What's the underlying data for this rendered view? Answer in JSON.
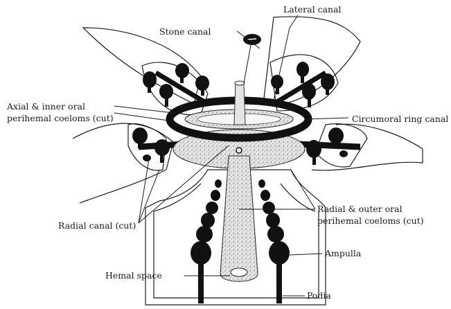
{
  "labels": {
    "stone_canal": "Stone canal",
    "lateral_canal": "Lateral canal",
    "axial_inner_line1": "Axial & inner oral",
    "axial_inner_line2": "perihemal coeloms (cut)",
    "circumoral_ring": "Circumoral ring canal",
    "radial_canal": "Radial canal (cut)",
    "radial_outer_line1": "Radial & outer oral",
    "radial_outer_line2": "perihemal coeloms (cut)",
    "ampulla": "Ampulla",
    "hemal_space": "Hemal space",
    "podia": "Podia"
  }
}
